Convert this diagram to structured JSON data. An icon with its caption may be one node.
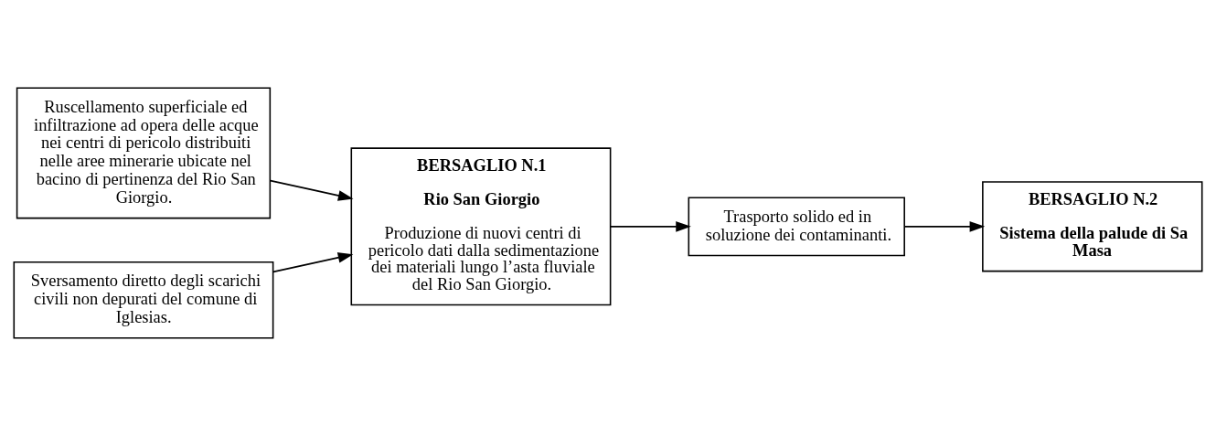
{
  "diagram": {
    "nodes": [
      {
        "text": [
          "Ruscellamento superficiale ed infiltrazione ad opera delle acque nei centri di pericolo distribuiti nelle aree minerarie ubicate nel bacino di pertinenza del Rio San Giorgio."
        ]
      },
      {
        "text": [
          "Sversamento diretto degli scarichi civili non depurati del comune di Iglesias."
        ]
      },
      {
        "text": [
          "BERSAGLIO N.1",
          "Rio San Giorgio",
          "Produzione di nuovi centri di pericolo dati dalla sedimentazione dei materiali lungo l’asta fluviale del Rio San Giorgio."
        ]
      },
      {
        "text": [
          "Trasporto solido ed in soluzione dei contaminanti."
        ]
      },
      {
        "text": [
          "BERSAGLIO N.2",
          "Sistema della palude di Sa Masa"
        ]
      }
    ],
    "edges": [
      {
        "from": 0,
        "to": 2,
        "arrow": "to"
      },
      {
        "from": 1,
        "to": 2,
        "arrow": "to"
      },
      {
        "from": 2,
        "to": 3,
        "arrow": "to"
      },
      {
        "from": 3,
        "to": 4,
        "arrow": "to"
      }
    ]
  }
}
